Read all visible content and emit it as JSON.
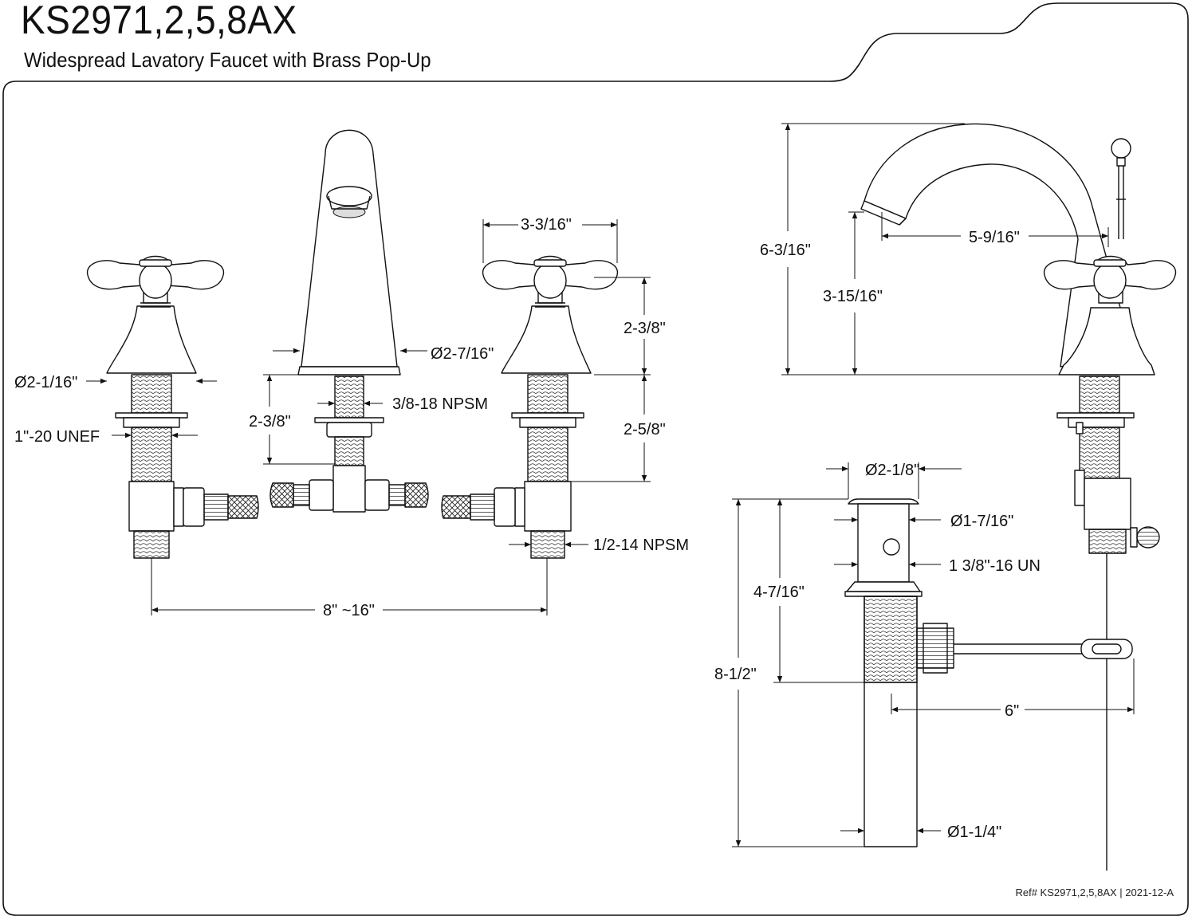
{
  "header": {
    "model": "KS2971,2,5,8AX",
    "description": "Widespread Lavatory Faucet with Brass Pop-Up"
  },
  "front_view": {
    "dims": {
      "handle_width": "3-3/16\"",
      "handle_height": "2-3/8\"",
      "shank_length": "2-5/8\"",
      "spout_base_dia": "Ø2-7/16\"",
      "spout_shank_length": "2-3/8\"",
      "spout_thread": "3/8-18 NPSM",
      "handle_base_dia": "Ø2-1/16\"",
      "handle_thread": "1\"-20 UNEF",
      "inlet_thread": "1/2-14 NPSM",
      "spread": "8\" ~16\""
    }
  },
  "side_view": {
    "dims": {
      "overall_height": "6-3/16\"",
      "spout_reach": "5-9/16\"",
      "spout_clearance": "3-15/16\""
    }
  },
  "drain_view": {
    "dims": {
      "flange_dia": "Ø2-1/8\"",
      "body_dia": "Ø1-7/16\"",
      "thread": "1 3/8\"-16 UN",
      "upper_length": "4-7/16\"",
      "total_length": "8-1/2\"",
      "rod_length": "6\"",
      "tail_dia": "Ø1-1/4\""
    }
  },
  "footer": {
    "ref": "Ref# KS2971,2,5,8AX | 2021-12-A"
  }
}
